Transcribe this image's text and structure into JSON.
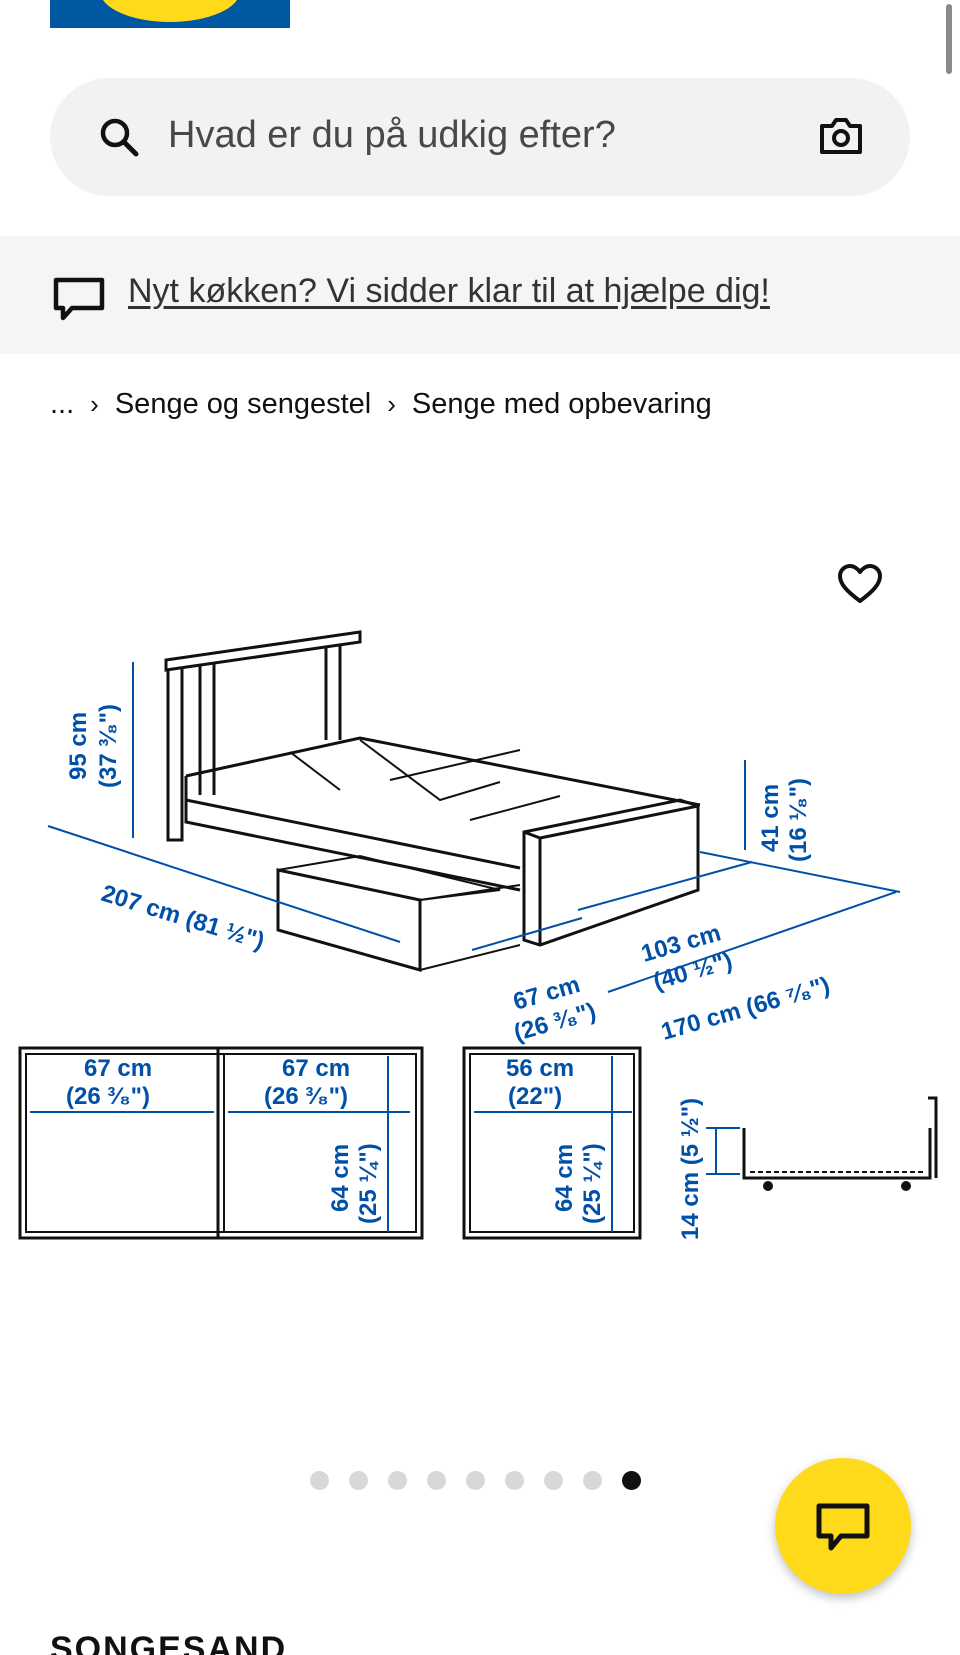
{
  "brand": {
    "colors": {
      "blue": "#0058a3",
      "yellow": "#ffda1a",
      "dimension_blue": "#0050a8"
    }
  },
  "search": {
    "placeholder": "Hvad er du på udkig efter?",
    "icon": "search-icon",
    "camera_icon": "camera-icon"
  },
  "banner": {
    "text": "Nyt køkken? Vi sidder klar til at hjælpe dig!",
    "icon": "chat-bubble-icon"
  },
  "breadcrumb": {
    "ellipsis": "...",
    "items": [
      "Senge og sengestel",
      "Senge med opbevaring"
    ],
    "separator": "›"
  },
  "product_image": {
    "favorite_icon": "heart-icon",
    "dimensions": {
      "height_headboard": [
        "95 cm",
        "(37 ³⁄₈\")"
      ],
      "length": "207 cm (81 ½\")",
      "height_footboard": [
        "41 cm",
        "(16 ¹⁄₈\")"
      ],
      "width_inner": [
        "103 cm",
        "(40 ½\")"
      ],
      "drawer_pull": [
        "67 cm",
        "(26 ³⁄₈\")"
      ],
      "width_outer": "170 cm (66 ⁷⁄₈\")",
      "drawer1_width": [
        "67 cm",
        "(26 ³⁄₈\")"
      ],
      "drawer2_width": [
        "67 cm",
        "(26 ³⁄₈\")"
      ],
      "drawer2_depth": [
        "64 cm",
        "(25 ¼\")"
      ],
      "drawer3_width": [
        "56 cm",
        "(22\")"
      ],
      "drawer3_depth": [
        "64 cm",
        "(25 ¼\")"
      ],
      "drawer_height": "14 cm (5 ½\")"
    }
  },
  "carousel": {
    "count": 9,
    "active_index": 8
  },
  "chat_button": {
    "icon": "chat-icon"
  },
  "product": {
    "name": "SONGESAND"
  }
}
